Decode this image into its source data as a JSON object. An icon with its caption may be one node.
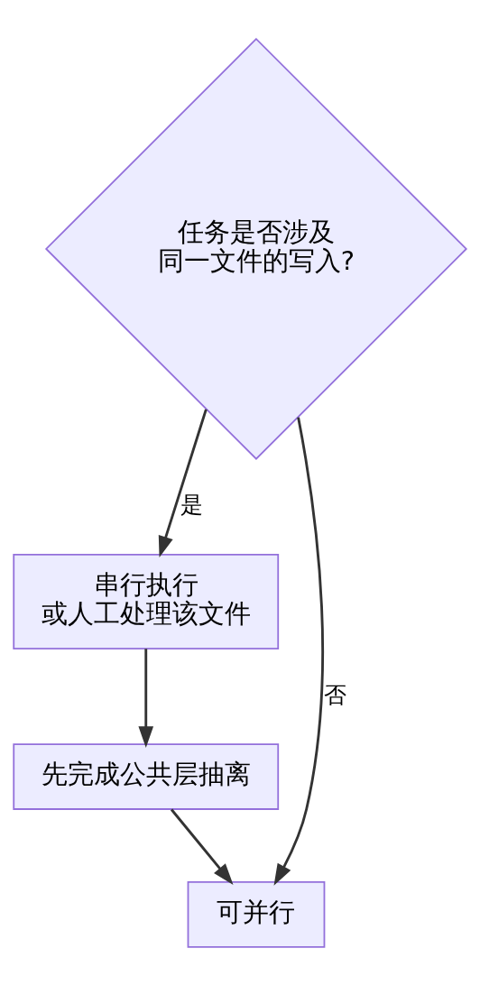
{
  "diagram": {
    "nodes": [
      {
        "text": [
          "任务是否涉及同一文件的写入?"
        ]
      },
      {
        "text": [
          "串行执行或人工处理该文件"
        ]
      },
      {
        "text": [
          "先完成公共层抽离"
        ]
      },
      {
        "text": [
          "可并行"
        ]
      }
    ],
    "edges": [
      {
        "from": 0,
        "to": 1,
        "label": "是",
        "arrow": "to"
      },
      {
        "from": 1,
        "to": 2,
        "arrow": "to"
      },
      {
        "from": 2,
        "to": 3,
        "arrow": "to"
      },
      {
        "from": 0,
        "to": 3,
        "label": "否",
        "arrow": "to"
      }
    ]
  }
}
